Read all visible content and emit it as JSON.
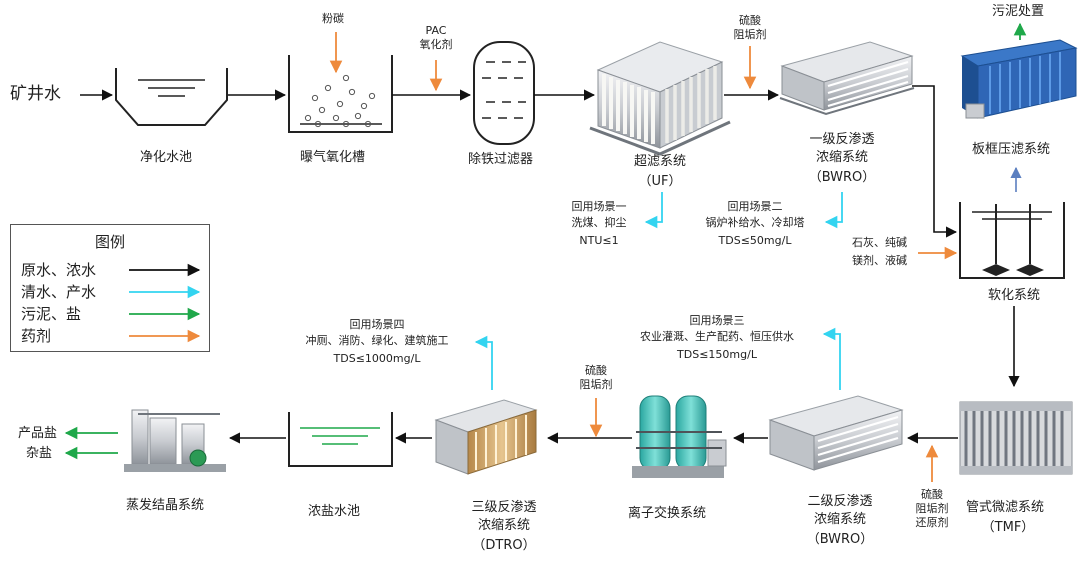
{
  "diagram": {
    "source_label": "矿井水",
    "units": {
      "clarifier": "净化水池",
      "aeration": "曝气氧化槽",
      "iron_filter": "除铁过滤器",
      "uf": "超滤系统",
      "uf_abbr": "（UF）",
      "bwro1_line1": "一级反渗透",
      "bwro1_line2": "浓缩系统",
      "bwro1_abbr": "（BWRO）",
      "filter_press": "板框压滤系统",
      "softening": "软化系统",
      "tmf": "管式微滤系统",
      "tmf_abbr": "（TMF）",
      "bwro2_line1": "二级反渗透",
      "bwro2_line2": "浓缩系统",
      "bwro2_abbr": "（BWRO）",
      "ion_exchange": "离子交换系统",
      "dtro_line1": "三级反渗透",
      "dtro_line2": "浓缩系统",
      "dtro_abbr": "（DTRO）",
      "brine_pool": "浓盐水池",
      "evaporation": "蒸发结晶系统"
    },
    "dosing": {
      "powder_carbon": "粉碳",
      "pac_line1": "PAC",
      "pac_line2": "氧化剂",
      "ro1_line1": "硫酸",
      "ro1_line2": "阻垢剂",
      "soft_line1": "石灰、纯碱",
      "soft_line2": "镁剂、液碱",
      "tmf_line1": "硫酸",
      "tmf_line2": "阻垢剂",
      "tmf_line3": "还原剂",
      "ix_line1": "硫酸",
      "ix_line2": "阻垢剂"
    },
    "outputs": {
      "sludge": "污泥处置",
      "product_salt": "产品盐",
      "mixed_salt": "杂盐"
    },
    "reuse": {
      "s1_title": "回用场景一",
      "s1_use": "洗煤、抑尘",
      "s1_spec": "NTU≤1",
      "s2_title": "回用场景二",
      "s2_use": "锅炉补给水、冷却塔",
      "s2_spec": "TDS≤50mg/L",
      "s3_title": "回用场景三",
      "s3_use": "农业灌溉、生产配药、恒压供水",
      "s3_spec": "TDS≤150mg/L",
      "s4_title": "回用场景四",
      "s4_use": "冲厕、消防、绿化、建筑施工",
      "s4_spec": "TDS≤1000mg/L"
    }
  },
  "legend": {
    "title": "图例",
    "items": [
      {
        "label": "原水、浓水",
        "color": "#111111"
      },
      {
        "label": "清水、产水",
        "color": "#33d4f0"
      },
      {
        "label": "污泥、盐",
        "color": "#1fa84a"
      },
      {
        "label": "药剂",
        "color": "#ee8a3c"
      }
    ]
  },
  "colors": {
    "raw": "#111111",
    "clean": "#33d4f0",
    "sludge": "#1fa84a",
    "chem": "#ee8a3c",
    "steel": "#8c9096"
  }
}
